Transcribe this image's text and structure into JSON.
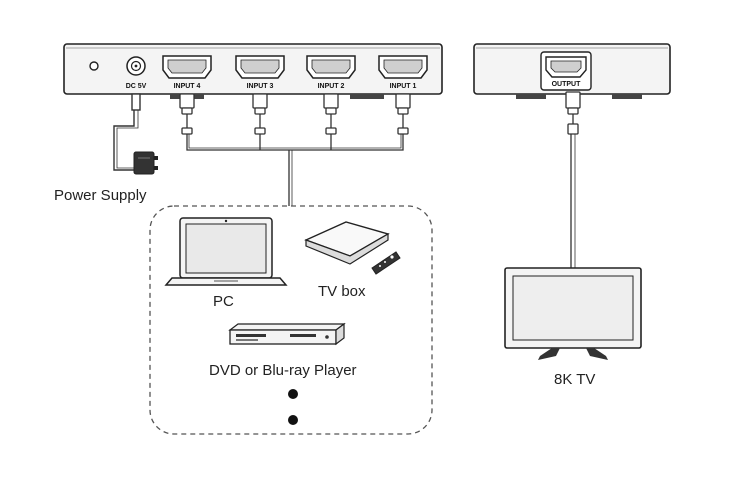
{
  "switch": {
    "dc_label": "DC 5V",
    "inputs": [
      "INPUT 4",
      "INPUT 3",
      "INPUT 2",
      "INPUT 1"
    ]
  },
  "receiver": {
    "output_label": "OUTPUT"
  },
  "labels": {
    "power_supply": "Power Supply",
    "pc": "PC",
    "tv_box": "TV box",
    "dvd": "DVD or Blu-ray Player",
    "tv": "8K TV"
  },
  "colors": {
    "line": "#333333",
    "device_fill": "#f4f4f4",
    "dashed": "#555555"
  }
}
